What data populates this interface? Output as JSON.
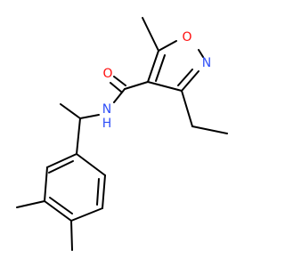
{
  "molecule": {
    "atoms": {
      "O_carbonyl": {
        "label": "O",
        "color": "#ff0d0d"
      },
      "N_amide": {
        "label": "N",
        "color": "#3050f8"
      },
      "H_amide": {
        "label": "H",
        "color": "#3050f8"
      },
      "O_ring": {
        "label": "O",
        "color": "#ff0d0d"
      },
      "N_ring": {
        "label": "N",
        "color": "#3050f8"
      }
    },
    "bond_color": "#000000"
  }
}
